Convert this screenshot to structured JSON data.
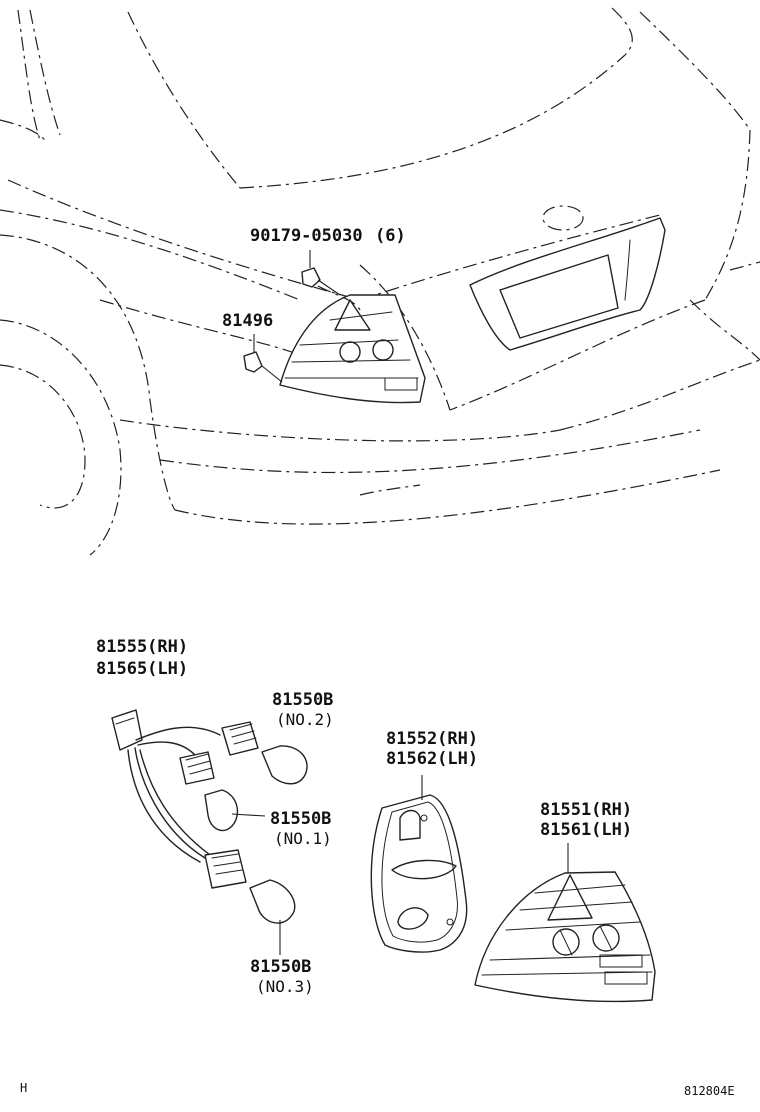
{
  "labels": {
    "bolt_part": "90179-05030",
    "bolt_qty": "(6)",
    "screw_part": "81496",
    "socket_rh": "81555(RH)",
    "socket_lh": "81565(LH)",
    "bulb_no2_part": "81550B",
    "bulb_no2_note": "(NO.2)",
    "bulb_no1_part": "81550B",
    "bulb_no1_note": "(NO.1)",
    "bulb_no3_part": "81550B",
    "bulb_no3_note": "(NO.3)",
    "gasket_rh": "81552(RH)",
    "gasket_lh": "81562(LH)",
    "lamp_rh": "81551(RH)",
    "lamp_lh": "81561(LH)",
    "corner_code": "H",
    "figure_id": "812804E"
  }
}
